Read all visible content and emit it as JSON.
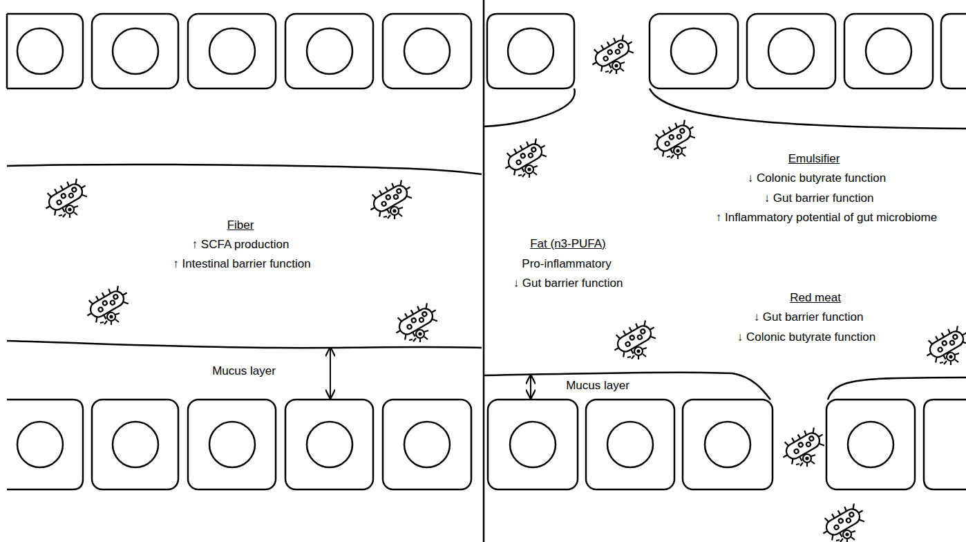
{
  "diagram": {
    "labels": [
      "Fiber",
      "↑ SCFA production",
      "↑ Intestinal barrier function",
      "Mucus layer",
      "Emulsifier",
      "↓ Colonic butyrate function",
      "↓ Gut barrier function",
      "↑ Inflammatory potential of gut microbiome",
      "Fat (n3-PUFA)",
      "Pro-inflammatory",
      "↓ Gut barrier function",
      "Red meat",
      "↓ Gut barrier function",
      "↓ Colonic butyrate function",
      "Mucus layer"
    ]
  }
}
